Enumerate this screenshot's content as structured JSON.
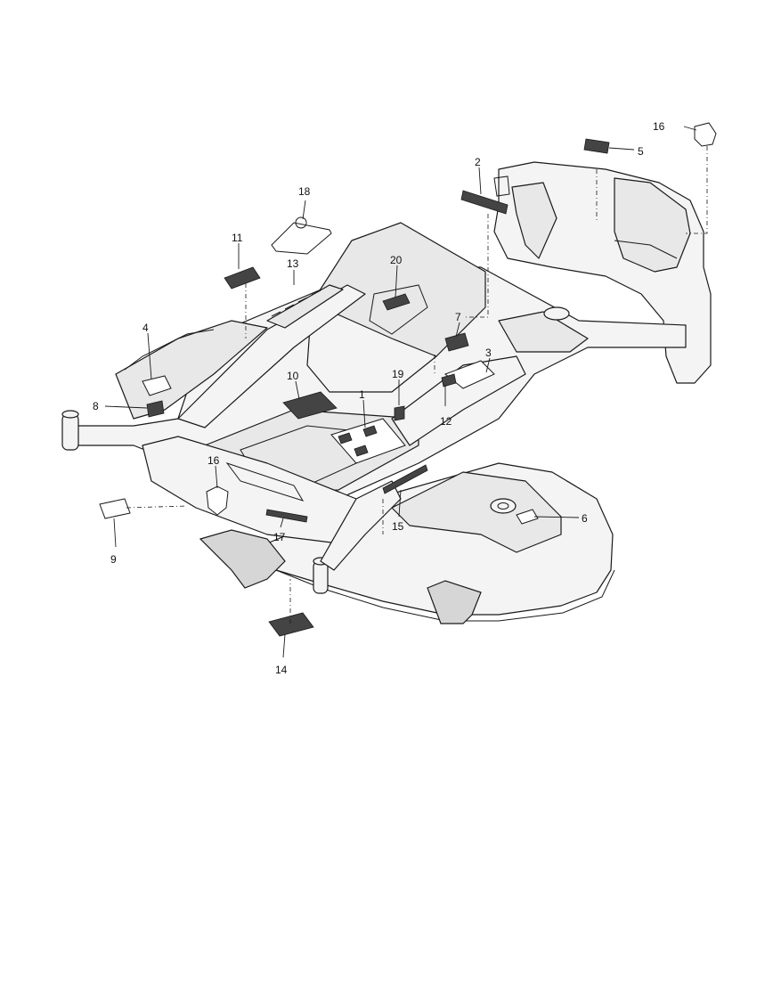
{
  "callouts": [
    {
      "id": "c1",
      "label": "1"
    },
    {
      "id": "c2",
      "label": "2"
    },
    {
      "id": "c3",
      "label": "3"
    },
    {
      "id": "c4",
      "label": "4"
    },
    {
      "id": "c5",
      "label": "5"
    },
    {
      "id": "c6",
      "label": "6"
    },
    {
      "id": "c7",
      "label": "7"
    },
    {
      "id": "c8",
      "label": "8"
    },
    {
      "id": "c9",
      "label": "9"
    },
    {
      "id": "c10",
      "label": "10"
    },
    {
      "id": "c11",
      "label": "11"
    },
    {
      "id": "c12",
      "label": "12"
    },
    {
      "id": "c13",
      "label": "13"
    },
    {
      "id": "c14",
      "label": "14"
    },
    {
      "id": "c15",
      "label": "15"
    },
    {
      "id": "c16a",
      "label": "16"
    },
    {
      "id": "c16b",
      "label": "16"
    },
    {
      "id": "c17",
      "label": "17"
    },
    {
      "id": "c18",
      "label": "18"
    },
    {
      "id": "c19",
      "label": "19"
    },
    {
      "id": "c20",
      "label": "20"
    }
  ]
}
